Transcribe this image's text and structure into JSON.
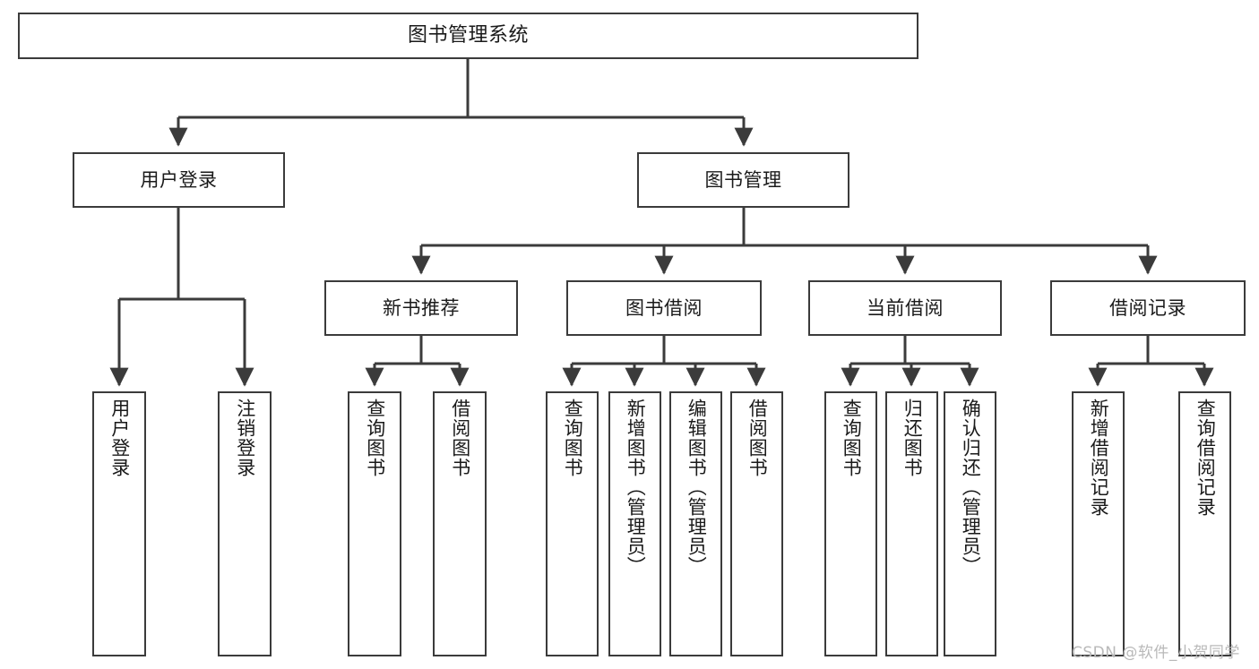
{
  "diagram": {
    "title": "图书管理系统",
    "watermark": "CSDN @软件_小贺同学",
    "line_color": "#3b3b3b",
    "text_color": "#1a1a1a",
    "background": "#ffffff",
    "nodes": {
      "root": "图书管理系统",
      "level2": [
        {
          "id": "user-login",
          "label": "用户登录"
        },
        {
          "id": "book-manage",
          "label": "图书管理"
        }
      ],
      "level3": [
        {
          "id": "new-book-recommend",
          "label": "新书推荐"
        },
        {
          "id": "book-borrow",
          "label": "图书借阅"
        },
        {
          "id": "current-borrow",
          "label": "当前借阅"
        },
        {
          "id": "borrow-record",
          "label": "借阅记录"
        }
      ],
      "leaves": [
        {
          "id": "leaf-user-login",
          "label": "用户登录",
          "parent": "user-login"
        },
        {
          "id": "leaf-user-logout",
          "label": "注销登录",
          "parent": "user-login"
        },
        {
          "id": "leaf-query-book-1",
          "label": "查询图书",
          "parent": "new-book-recommend"
        },
        {
          "id": "leaf-borrow-book-1",
          "label": "借阅图书",
          "parent": "new-book-recommend"
        },
        {
          "id": "leaf-query-book-2",
          "label": "查询图书",
          "parent": "book-borrow"
        },
        {
          "id": "leaf-add-book",
          "label": "新增图书（管理员）",
          "parent": "book-borrow"
        },
        {
          "id": "leaf-edit-book",
          "label": "编辑图书（管理员）",
          "parent": "book-borrow"
        },
        {
          "id": "leaf-borrow-book-2",
          "label": "借阅图书",
          "parent": "book-borrow"
        },
        {
          "id": "leaf-query-book-3",
          "label": "查询图书",
          "parent": "current-borrow"
        },
        {
          "id": "leaf-return-book",
          "label": "归还图书",
          "parent": "current-borrow"
        },
        {
          "id": "leaf-confirm-return",
          "label": "确认归还（管理员）",
          "parent": "current-borrow"
        },
        {
          "id": "leaf-add-record",
          "label": "新增借阅记录",
          "parent": "borrow-record"
        },
        {
          "id": "leaf-query-record",
          "label": "查询借阅记录",
          "parent": "borrow-record"
        }
      ]
    }
  }
}
